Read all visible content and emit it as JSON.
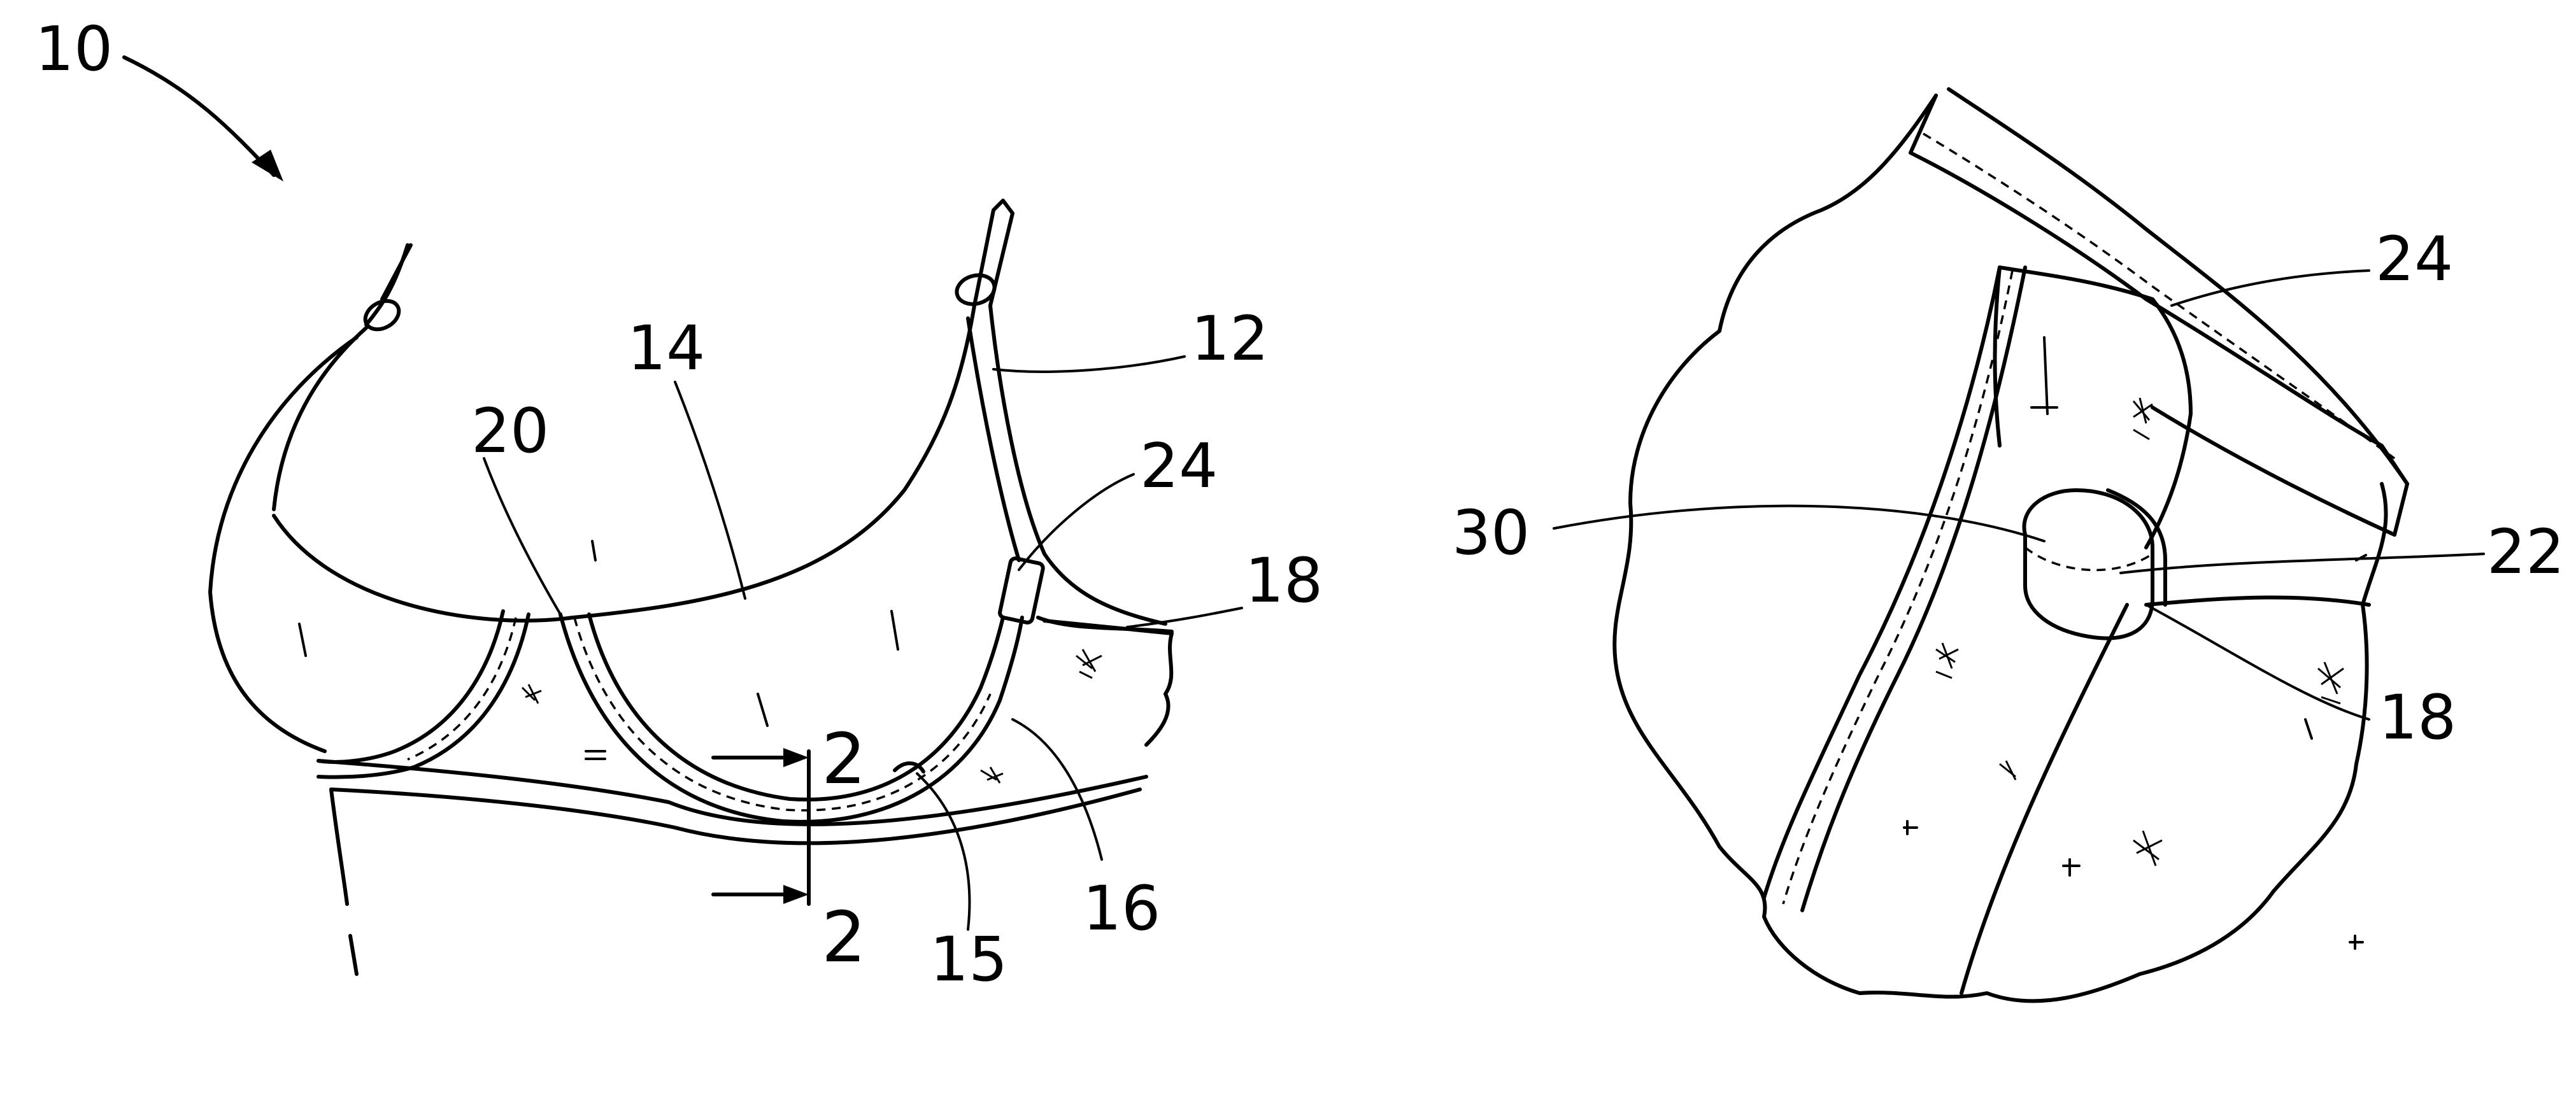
{
  "figure_left": {
    "labels": {
      "assembly": "10",
      "strap": "12",
      "cup_edge": "14",
      "wire_channel": "15",
      "band": "16",
      "wing": "18",
      "underwire_casing": "20",
      "loop": "24"
    },
    "section_marker": {
      "top": "2",
      "bottom": "2"
    }
  },
  "figure_right": {
    "labels": {
      "loop": "24",
      "wire_end": "30",
      "plug": "22",
      "wing": "18"
    }
  }
}
